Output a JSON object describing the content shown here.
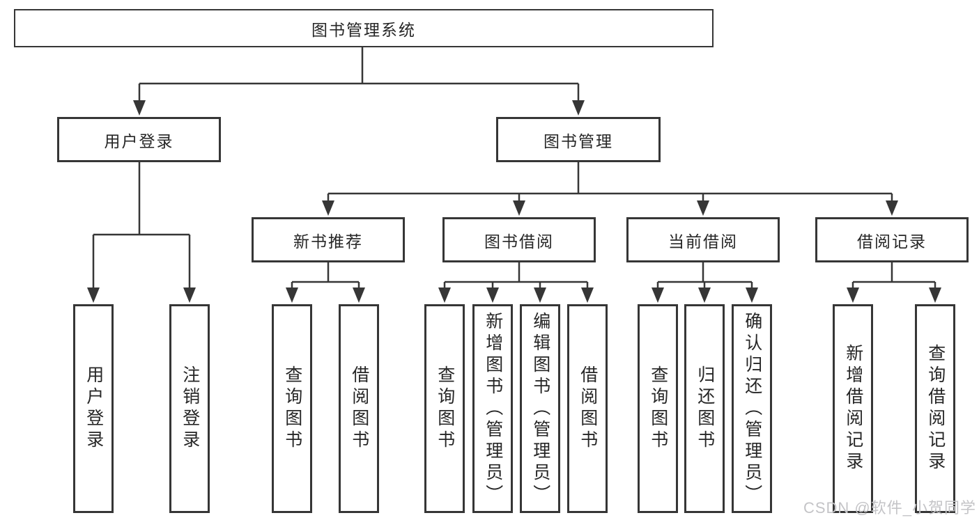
{
  "root": {
    "label": "图书管理系统"
  },
  "branches": [
    {
      "label": "用户登录",
      "children": [
        {
          "label": "用户登录"
        },
        {
          "label": "注销登录"
        }
      ]
    },
    {
      "label": "图书管理",
      "children": [
        {
          "label": "新书推荐",
          "children": [
            {
              "label": "查询图书"
            },
            {
              "label": "借阅图书"
            }
          ]
        },
        {
          "label": "图书借阅",
          "children": [
            {
              "label": "查询图书"
            },
            {
              "label": "新增图书（管理员）"
            },
            {
              "label": "编辑图书（管理员）"
            },
            {
              "label": "借阅图书"
            }
          ]
        },
        {
          "label": "当前借阅",
          "children": [
            {
              "label": "查询图书"
            },
            {
              "label": "归还图书"
            },
            {
              "label": "确认归还（管理员）"
            }
          ]
        },
        {
          "label": "借阅记录",
          "children": [
            {
              "label": "新增借阅记录"
            },
            {
              "label": "查询借阅记录"
            }
          ]
        }
      ]
    }
  ],
  "watermark": {
    "text": "CSDN @软件_小贺同学"
  },
  "colors": {
    "line": "#363636",
    "box_border": "#363636",
    "text": "#262626",
    "background": "#ffffff",
    "watermark": "#c4c4c7"
  }
}
